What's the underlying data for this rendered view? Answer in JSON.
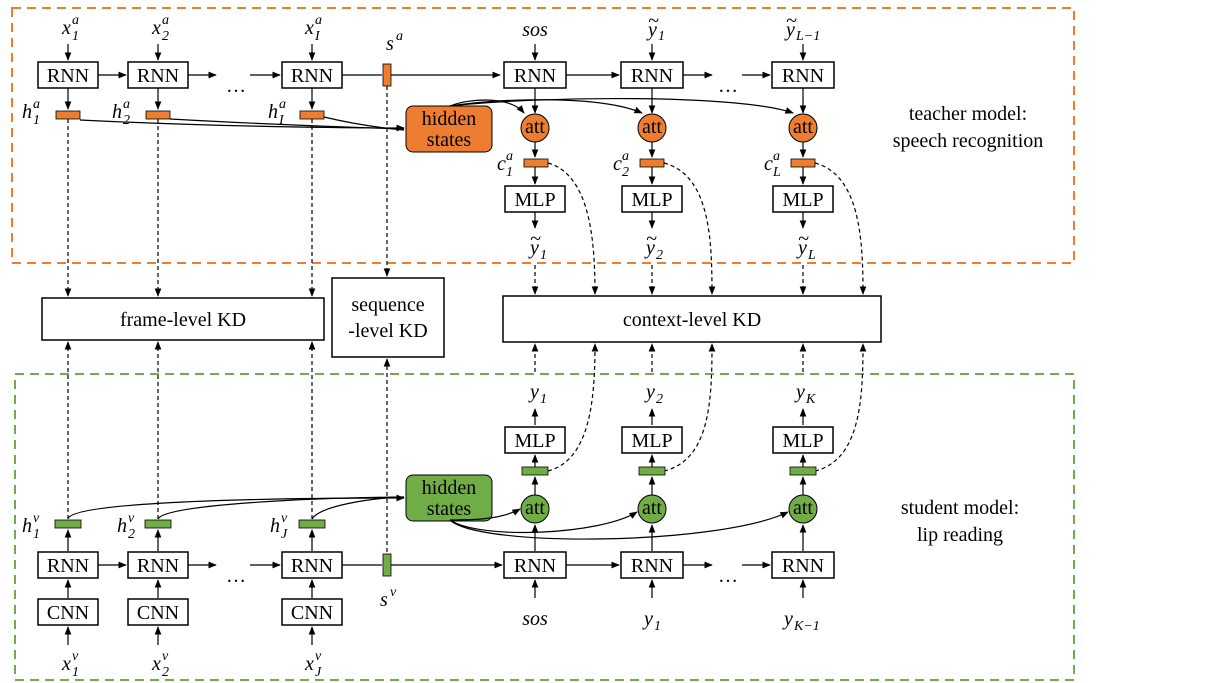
{
  "colors": {
    "teacher_accent": "#ED7D31",
    "student_accent": "#70AD47",
    "teacher_border": "#ED7D31",
    "student_border": "#70AD47"
  },
  "blocks": {
    "rnn": "RNN",
    "cnn": "CNN",
    "mlp": "MLP",
    "att": "att",
    "ellipsis": "…"
  },
  "teacher": {
    "label_line1": "teacher model:",
    "label_line2": "speech recognition",
    "hidden_line1": "hidden",
    "hidden_line2": "states",
    "sos": "sos"
  },
  "student": {
    "label_line1": "student model:",
    "label_line2": "lip reading",
    "hidden_line1": "hidden",
    "hidden_line2": "states",
    "sos": "sos"
  },
  "kd": {
    "frame": "frame-level KD",
    "sequence_line1": "sequence",
    "sequence_line2": "-level KD",
    "context": "context-level KD"
  }
}
